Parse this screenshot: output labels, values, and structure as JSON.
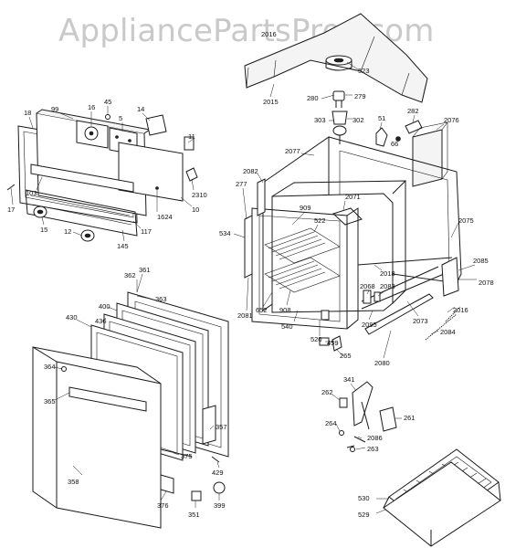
{
  "watermark": "AppliancePartsPros.com",
  "labels": {
    "l2015": "2015",
    "l2016_top": "2016",
    "l523": "523",
    "l280": "280",
    "l279": "279",
    "l303": "303",
    "l302": "302",
    "l51": "51",
    "l282": "282",
    "l66": "66",
    "l2076": "2076",
    "l2077": "2077",
    "l2082": "2082",
    "l277": "277",
    "l2071": "2071",
    "l909": "909",
    "l522": "522",
    "l534": "534",
    "l2075": "2075",
    "l2018": "2018",
    "l2085": "2085",
    "l2078": "2078",
    "l2016": "2016",
    "l2068": "2068",
    "l2083": "2083",
    "l2073": "2073",
    "l2081": "2081",
    "l652": "652",
    "l908": "908",
    "l540": "540",
    "l520": "520",
    "l459": "459",
    "l265": "265",
    "l2095": "2095",
    "l2084": "2084",
    "l2080": "2080",
    "l18": "18",
    "l99": "99",
    "l16": "16",
    "l45": "45",
    "l5": "5",
    "l14": "14",
    "l11": "11",
    "l2310": "2310",
    "l10": "10",
    "l17": "17",
    "l103": "103",
    "l15": "15",
    "l12": "12",
    "l1624": "1624",
    "l117": "117",
    "l145": "145",
    "l361": "361",
    "l362": "362",
    "l363": "363",
    "l400": "400",
    "l430": "430",
    "l436": "436",
    "l364": "364",
    "l365": "365",
    "l357": "357",
    "l375": "375",
    "l358": "358",
    "l376": "376",
    "l429": "429",
    "l399": "399",
    "l351": "351",
    "l341": "341",
    "l262": "262",
    "l261": "261",
    "l264": "264",
    "l2086": "2086",
    "l263": "263",
    "l530": "530",
    "l529": "529"
  }
}
